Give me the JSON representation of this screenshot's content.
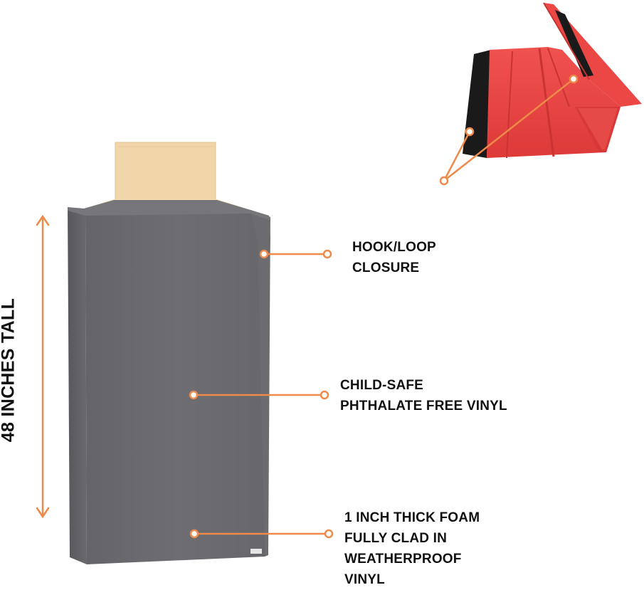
{
  "height_label": "48 INCHES TALL",
  "callouts": {
    "hook_loop": [
      "HOOK/LOOP",
      "CLOSURE"
    ],
    "vinyl": [
      "CHILD-SAFE",
      "PHTHALATE FREE VINYL"
    ],
    "foam": [
      "1 INCH THICK FOAM",
      "FULLY CLAD IN",
      "WEATHERPROOF",
      "VINYL"
    ]
  },
  "colors": {
    "accent": "#EE8A4A",
    "cover_gray": "#6B6A6F",
    "foam_tan": "#F1D6A9",
    "red_cover": "#E8413F",
    "loop_strip": "#1A1A1A",
    "text": "#111111"
  }
}
